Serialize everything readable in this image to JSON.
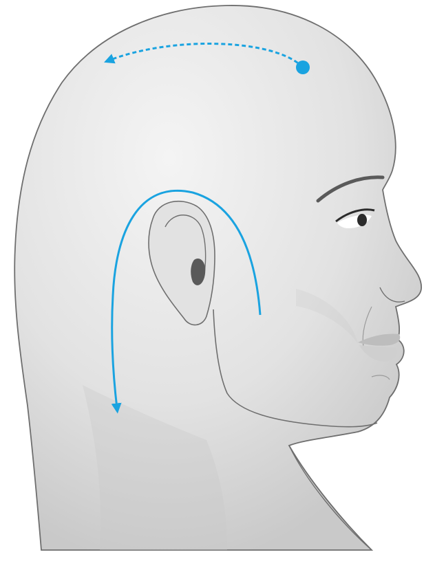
{
  "illustration": {
    "subject": "head-profile-right-facing",
    "colors": {
      "skin_light": "#f4f4f4",
      "skin_mid": "#e2e2e2",
      "skin_shadow": "#c9c9c9",
      "outline": "#6e6e6e",
      "arrow": "#1aa3e0",
      "eye": "#2b2b2b"
    }
  },
  "arrows": [
    {
      "name": "crown-arrow",
      "style": "dashed",
      "start_marker": "dot",
      "end_marker": "arrowhead",
      "direction": "toward-back-of-head"
    },
    {
      "name": "ear-arrow",
      "style": "solid",
      "start_marker": "none",
      "end_marker": "arrowhead",
      "direction": "over-ear-down-to-neck"
    }
  ]
}
